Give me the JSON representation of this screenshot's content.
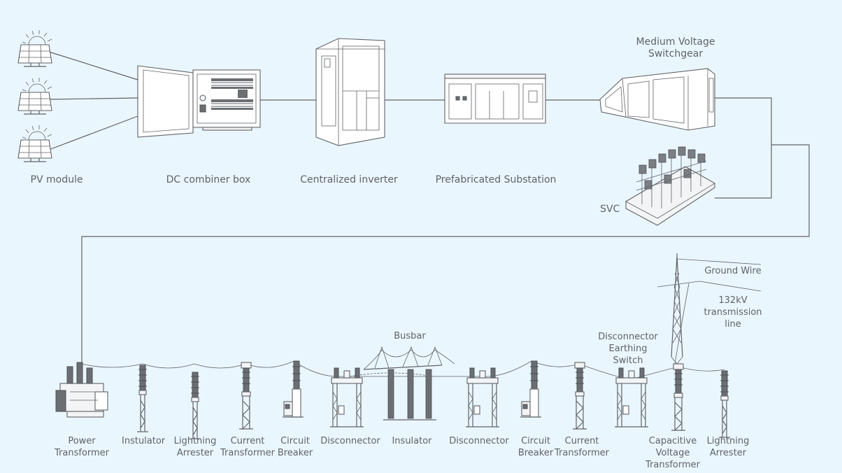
{
  "labels": {
    "pv_module": "PV module",
    "dc_combiner_box": "DC combiner box",
    "centralized_inverter": "Centralized inverter",
    "prefabricated_substation": "Prefabricated Substation",
    "mv_switchgear_line1": "Medium Voltage",
    "mv_switchgear_line2": "Switchgear",
    "svc": "SVC",
    "busbar": "Busbar",
    "ground_wire": "Ground Wire",
    "transmission_line1": "132kV",
    "transmission_line2": "transmission",
    "transmission_line3": "line",
    "des_line1": "Disconnector",
    "des_line2": "Earthing",
    "des_line3": "Switch"
  },
  "bottom_labels": [
    {
      "l1": "Power",
      "l2": "Transformer"
    },
    {
      "l1": "Instulator"
    },
    {
      "l1": "Lightning",
      "l2": "Arrester"
    },
    {
      "l1": "Current",
      "l2": "Transformer"
    },
    {
      "l1": "Circuit",
      "l2": "Breaker"
    },
    {
      "l1": "Disconnector"
    },
    {
      "l1": "Insulator"
    },
    {
      "l1": "Disconnector"
    },
    {
      "l1": "Circuit",
      "l2": "Breaker"
    },
    {
      "l1": "Current",
      "l2": "Transformer"
    },
    {
      "l1": "Capacitive",
      "l2": "Voltage",
      "l3": "Transformer"
    },
    {
      "l1": "Lightning",
      "l2": "Arrester"
    }
  ],
  "colors": {
    "background": "#eaf6fd",
    "line": "#606368",
    "text": "#5f6368"
  }
}
